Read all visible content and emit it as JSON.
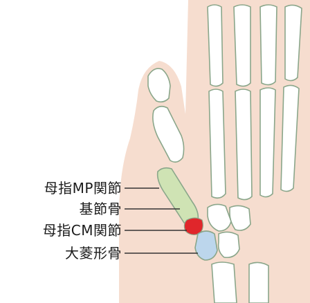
{
  "labels": [
    "母指MP関節",
    "基節骨",
    "母指CM関節",
    "大菱形骨"
  ],
  "colors": {
    "skin": "#f6ddcf",
    "bone_outline": "#8aa68a",
    "proximal_phalanx": "#cfe3b4",
    "cm_joint": "#e0262b",
    "trapezium": "#bcd6ec",
    "pointer_line": "#333333"
  }
}
